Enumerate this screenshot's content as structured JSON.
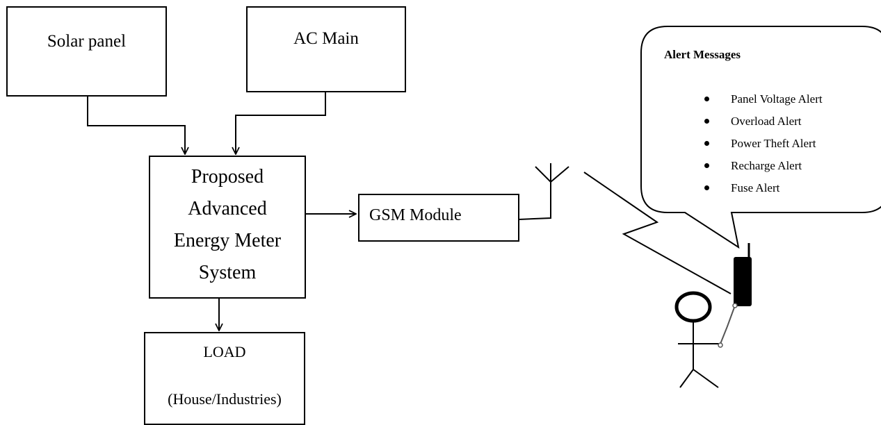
{
  "solar_panel": {
    "label": "Solar panel"
  },
  "ac_main": {
    "label": "AC Main"
  },
  "meter": {
    "lines": [
      "Proposed",
      "Advanced",
      "Energy Meter",
      "System"
    ]
  },
  "gsm": {
    "label": "GSM Module"
  },
  "load": {
    "title": "LOAD",
    "subtitle": "(House/Industries)"
  },
  "alerts": {
    "title": "Alert Messages",
    "items": [
      "Panel Voltage Alert",
      "Overload Alert",
      "Power Theft Alert",
      "Recharge Alert",
      "Fuse Alert"
    ]
  },
  "icons": {
    "antenna": "antenna-icon",
    "signal": "lightning-signal-icon",
    "phone": "mobile-phone-icon",
    "person": "stick-figure-icon"
  }
}
